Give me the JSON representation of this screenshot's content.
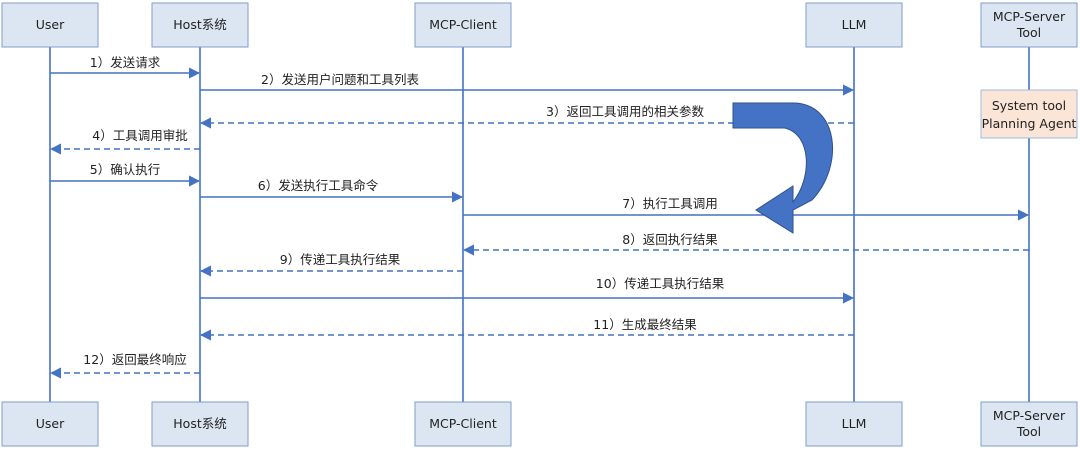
{
  "actors": {
    "user": [
      "User"
    ],
    "host": [
      "Host系统"
    ],
    "client": [
      "MCP-Client"
    ],
    "llm": [
      "LLM"
    ],
    "server": [
      "MCP-Server",
      "Tool"
    ]
  },
  "note": [
    "System tool",
    "Planning Agent"
  ],
  "messages": [
    {
      "label": "1）发送请求",
      "style": "solid"
    },
    {
      "label": "2）发送用户问题和工具列表",
      "style": "solid"
    },
    {
      "label": "3）返回工具调用的相关参数",
      "style": "dashed"
    },
    {
      "label": "4）工具调用审批",
      "style": "dashed"
    },
    {
      "label": "5）确认执行",
      "style": "solid"
    },
    {
      "label": "6）发送执行工具命令",
      "style": "solid"
    },
    {
      "label": "7）执行工具调用",
      "style": "solid"
    },
    {
      "label": "8）返回执行结果",
      "style": "dashed"
    },
    {
      "label": "9）传递工具执行结果",
      "style": "dashed"
    },
    {
      "label": "10）传递工具执行结果",
      "style": "solid"
    },
    {
      "label": "11）生成最终结果",
      "style": "dashed"
    },
    {
      "label": "12）返回最终响应",
      "style": "dashed"
    }
  ],
  "colors": {
    "line": "#4472c4",
    "actor_fill": "#dce6f2",
    "note_fill": "#fbe5d6"
  }
}
